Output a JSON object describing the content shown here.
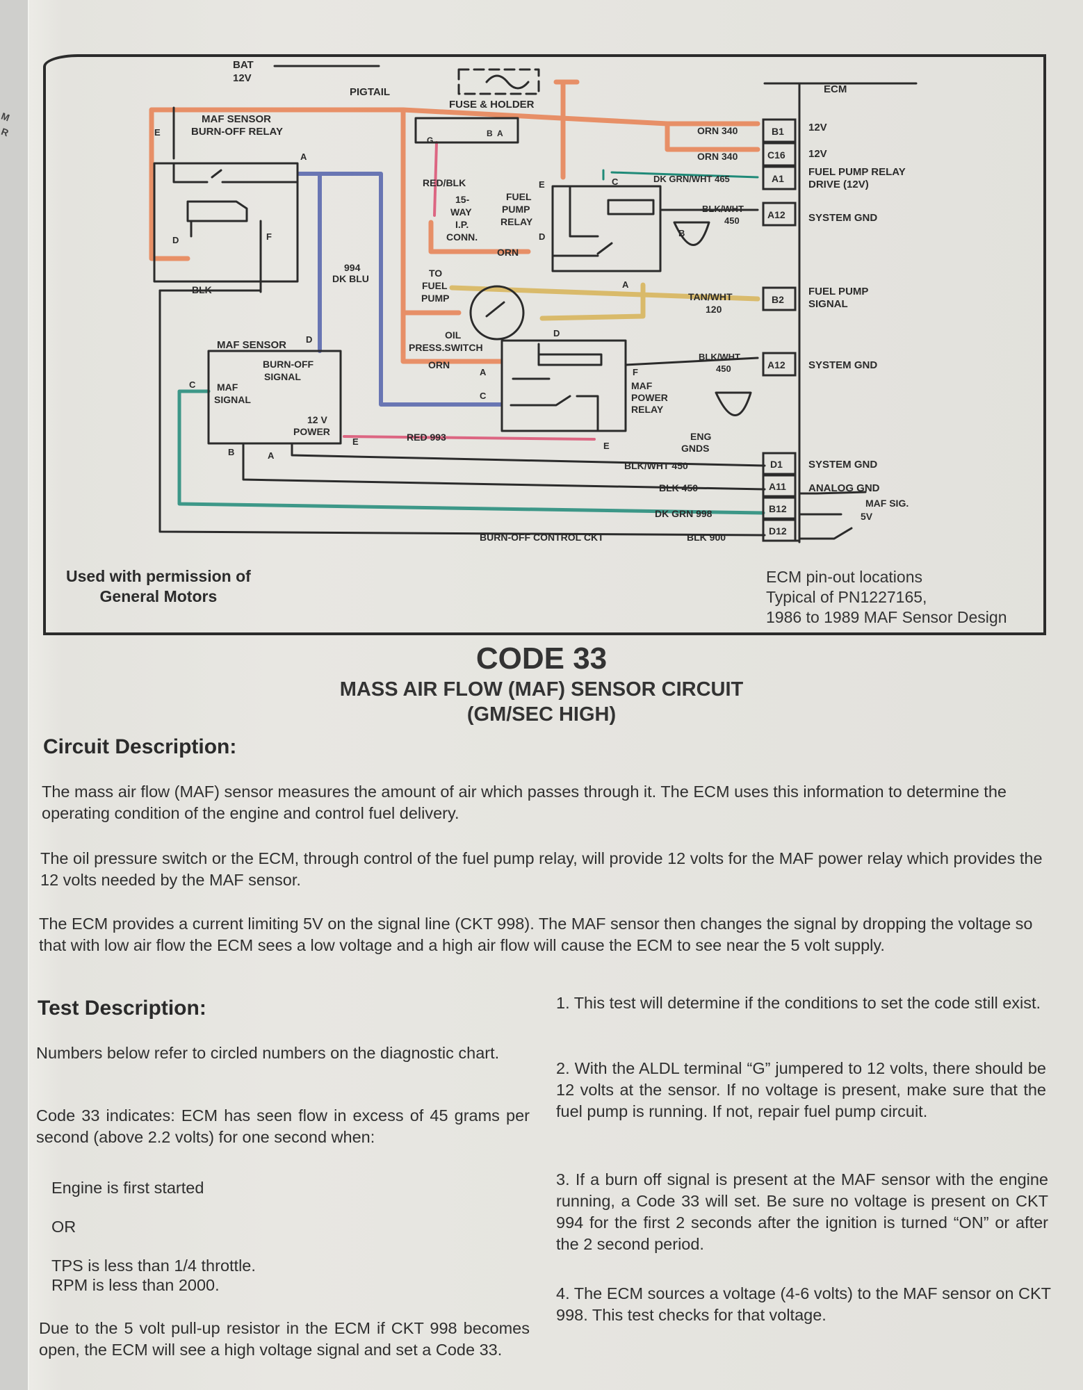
{
  "diagram": {
    "labels": {
      "bat": "BAT",
      "bat_v": "12V",
      "pigtail": "PIGTAIL",
      "fuse_holder": "FUSE & HOLDER",
      "ecm": "ECM",
      "burnoff_relay_1": "MAF SENSOR",
      "burnoff_relay_2": "BURN-OFF RELAY",
      "red_blk": "RED/BLK",
      "conn_1": "15-",
      "conn_2": "WAY",
      "conn_3": "I.P.",
      "conn_4": "CONN.",
      "fpr_1": "FUEL",
      "fpr_2": "PUMP",
      "fpr_3": "RELAY",
      "orn": "ORN",
      "orn2": "ORN",
      "blk": "BLK",
      "dkblu_num": "994",
      "dkblu": "DK BLU",
      "to_fuel_1": "TO",
      "to_fuel_2": "FUEL",
      "to_fuel_3": "PUMP",
      "oil_1": "OIL",
      "oil_2": "PRESS.SWITCH",
      "maf_sensor": "MAF SENSOR",
      "burnoff_sig_1": "BURN-OFF",
      "burnoff_sig_2": "SIGNAL",
      "maf_sig_1": "MAF",
      "maf_sig_2": "SIGNAL",
      "pwr_1": "12 V",
      "pwr_2": "POWER",
      "red993": "RED 993",
      "mpr_1": "MAF",
      "mpr_2": "POWER",
      "mpr_3": "RELAY",
      "eng_1": "ENG",
      "eng_2": "GNDS",
      "tanwht": "TAN/WHT",
      "tanwht_num": "120",
      "blkwht_top": "BLK/WHT",
      "blkwht_top_num": "450",
      "blkwht_mid": "BLK/WHT",
      "blkwht_mid_num": "450",
      "blkwht_bot": "BLK/WHT 450",
      "blk450": "BLK 450",
      "dkgrn998": "DK GRN 998",
      "burnoff_ckt": "BURN-OFF CONTROL CKT",
      "blk900": "BLK 900",
      "orn340a": "ORN 340",
      "orn340b": "ORN 340",
      "dkgrnwht": "DK GRN/WHT 465",
      "maf_sig_out": "MAF SIG.",
      "five_v": "5V"
    },
    "pins": {
      "A": "A",
      "B": "B",
      "C": "C",
      "D": "D",
      "E": "E",
      "F": "F",
      "G": "G"
    },
    "ecm_pins": [
      {
        "pin": "B1",
        "desc": "12V"
      },
      {
        "pin": "C16",
        "desc": "12V"
      },
      {
        "pin": "A1",
        "desc": "FUEL PUMP RELAY",
        "desc2": "DRIVE (12V)"
      },
      {
        "pin": "A12",
        "desc": "SYSTEM GND"
      },
      {
        "pin": "B2",
        "desc": "FUEL PUMP",
        "desc2": "SIGNAL"
      },
      {
        "pin": "A12",
        "desc": "SYSTEM GND"
      },
      {
        "pin": "D1",
        "desc": "SYSTEM GND"
      },
      {
        "pin": "A11",
        "desc": "ANALOG GND"
      },
      {
        "pin": "B12",
        "desc": ""
      },
      {
        "pin": "D12",
        "desc": ""
      }
    ],
    "credit_1": "Used with permission of",
    "credit_2": "General Motors",
    "pinout_1": "ECM pin-out locations",
    "pinout_2": "Typical of PN1227165,",
    "pinout_3": "1986 to 1989 MAF Sensor Design",
    "wire_colors": {
      "orange": "#e8733f",
      "blue": "#4a5aa8",
      "red": "#d9466a",
      "tan": "#d4a93a",
      "green": "#1f8a78",
      "ink": "#2b2b2b"
    }
  },
  "title": {
    "code": "CODE 33",
    "subtitle": "MASS AIR FLOW (MAF) SENSOR CIRCUIT",
    "subtitle2": "(GM/SEC HIGH)"
  },
  "circuit_description": {
    "heading": "Circuit Description:",
    "paragraphs": [
      "The mass air flow (MAF) sensor measures the amount of air which passes through it. The ECM uses this information to determine the operating condition of the engine and control fuel delivery.",
      "The oil pressure switch or the ECM, through control of the  fuel pump relay, will provide 12 volts for the MAF power relay which provides the 12 volts needed by the MAF sensor.",
      "The ECM provides a current limiting 5V on the signal line (CKT 998). The MAF sensor then changes the signal by dropping the voltage so that with low air flow the ECM sees a low voltage and a high air flow will cause the ECM to see near the 5 volt supply."
    ]
  },
  "test_description": {
    "heading": "Test Description:",
    "intro": "Numbers below refer to circled numbers on the diagnostic chart.",
    "indicates": "Code 33 indicates: ECM has seen flow in excess of 45 grams per second (above 2.2 volts) for one second when:",
    "condition_1": "Engine is first started",
    "or": "OR",
    "condition_2a": "TPS is less than 1/4 throttle.",
    "condition_2b": "RPM is less than 2000.",
    "note": "Due to the 5 volt pull-up resistor in the ECM if CKT 998 becomes open, the ECM will see a high voltage signal and set a Code 33.",
    "steps": [
      "1. This test will determine if the conditions to set the code still exist.",
      "2. With the ALDL terminal “G” jumpered to 12 volts, there should be 12 volts at the sensor. If no voltage is present, make sure that the fuel pump is running. If not, repair fuel pump circuit.",
      "3. If a burn off signal is present at the MAF sensor with the engine running, a Code 33 will set. Be sure no voltage is present on CKT 994 for the first 2 seconds after the ignition is turned “ON” or after the 2 second period.",
      "4. The ECM sources a voltage (4-6 volts) to the MAF sensor on CKT 998. This test checks for that voltage."
    ]
  }
}
